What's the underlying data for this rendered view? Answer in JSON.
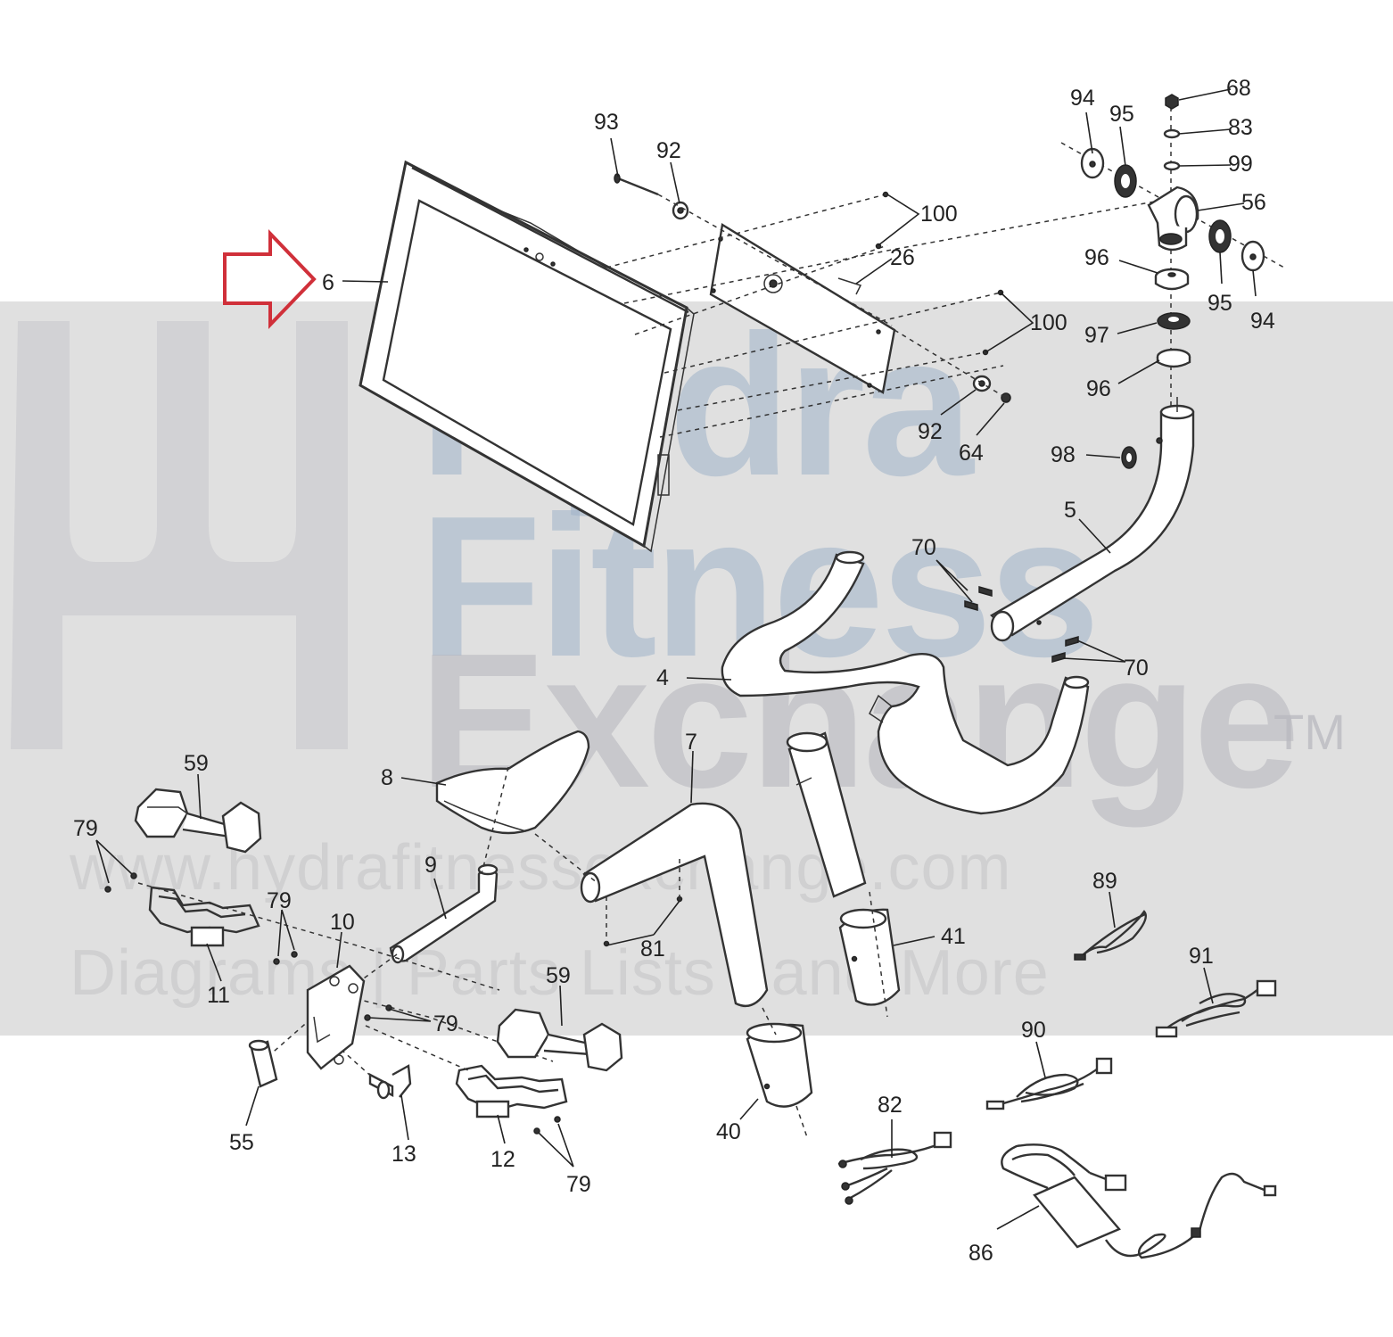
{
  "watermark": {
    "brand_line1": "Hydra",
    "brand_line2": "Fitness",
    "brand_line3": "Exchange",
    "trademark": "TM",
    "url": "www.hydrafitnessexchange.com",
    "tagline": "Diagrams | Parts Lists | and More"
  },
  "colors": {
    "arrow": "#d0303a",
    "watermark_band": "#d9d9d9",
    "line": "#222222"
  },
  "highlight": {
    "part": "6",
    "icon": "outline-arrow-right-icon"
  },
  "labels": {
    "p93": "93",
    "p92a": "92",
    "p100a": "100",
    "p26": "26",
    "p6": "6",
    "p100b": "100",
    "p92b": "92",
    "p64": "64",
    "p94a": "94",
    "p95a": "95",
    "p68": "68",
    "p83": "83",
    "p99": "99",
    "p56": "56",
    "p96a": "96",
    "p95b": "95",
    "p94b": "94",
    "p97": "97",
    "p96b": "96",
    "p98": "98",
    "p5": "5",
    "p70a": "70",
    "p70b": "70",
    "p4": "4",
    "p59a": "59",
    "p79a": "79",
    "p8": "8",
    "p9": "9",
    "p7": "7",
    "p79b": "79",
    "p10": "10",
    "p11": "11",
    "p81": "81",
    "p59b": "59",
    "p79c": "79",
    "p41": "41",
    "p89": "89",
    "p91": "91",
    "p90": "90",
    "p55": "55",
    "p13": "13",
    "p12": "12",
    "p79d": "79",
    "p40": "40",
    "p82": "82",
    "p86": "86"
  }
}
